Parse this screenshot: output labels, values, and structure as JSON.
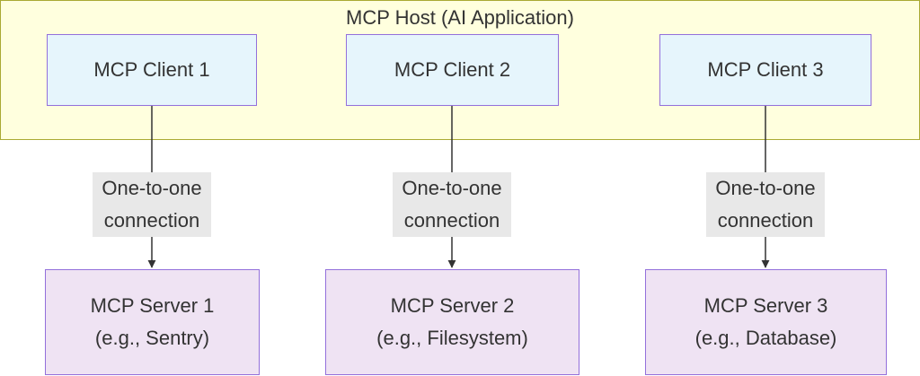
{
  "host": {
    "title": "MCP Host (AI Application)"
  },
  "clients": [
    {
      "label": "MCP Client 1"
    },
    {
      "label": "MCP Client 2"
    },
    {
      "label": "MCP Client 3"
    }
  ],
  "edges": [
    {
      "line1": "One-to-one",
      "line2": "connection"
    },
    {
      "line1": "One-to-one",
      "line2": "connection"
    },
    {
      "line1": "One-to-one",
      "line2": "connection"
    }
  ],
  "servers": [
    {
      "name": "MCP Server 1",
      "example": "(e.g., Sentry)"
    },
    {
      "name": "MCP Server 2",
      "example": "(e.g., Filesystem)"
    },
    {
      "name": "MCP Server 3",
      "example": "(e.g., Database)"
    }
  ],
  "colors": {
    "host_fill": "#ffffde",
    "host_border": "#aaaa33",
    "client_fill": "#e6f5fc",
    "server_fill": "#efe3f3",
    "node_border": "#9370db",
    "label_fill": "#e8e8e8",
    "edge": "#333333"
  }
}
